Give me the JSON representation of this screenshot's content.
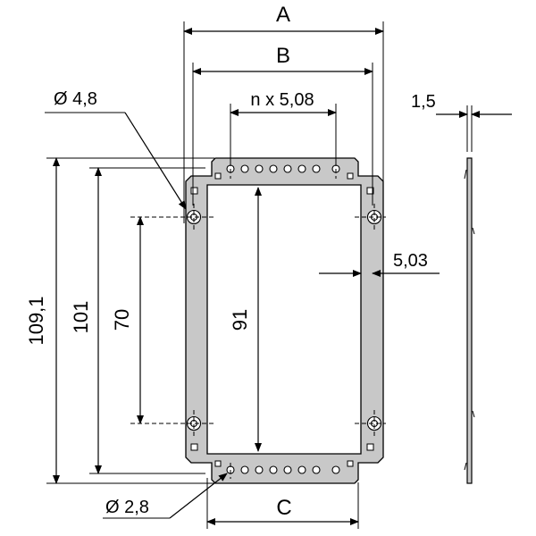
{
  "drawing": {
    "labels": {
      "dim_a": "A",
      "dim_b": "B",
      "dim_c": "C",
      "pitch": "n x 5,08",
      "thickness": "1,5",
      "large_hole": "Ø 4,8",
      "small_hole": "Ø 2,8",
      "height_total": "109,1",
      "height_101": "101",
      "height_70": "70",
      "height_91": "91",
      "frame_width": "5,03"
    }
  }
}
